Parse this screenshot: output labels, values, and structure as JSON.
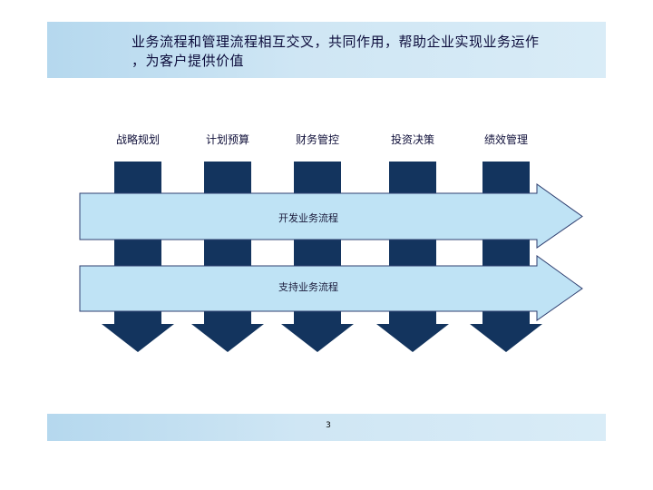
{
  "header": {
    "line1": "业务流程和管理流程相互交叉，共同作用，帮助企业实现业务运作",
    "line2": "，为客户提供价值"
  },
  "columns": [
    {
      "label": "战略规划"
    },
    {
      "label": "计划预算"
    },
    {
      "label": "财务管控"
    },
    {
      "label": "投资决策"
    },
    {
      "label": "绩效管理"
    }
  ],
  "bands": [
    {
      "label": "开发业务流程"
    },
    {
      "label": "支持业务流程"
    }
  ],
  "footer": {
    "page_number": "3"
  },
  "colors": {
    "column_arrow": "#13345e",
    "band_fill": "#bfe3f5",
    "band_stroke": "#2f3f70",
    "header_band": "#c6e2f3"
  }
}
